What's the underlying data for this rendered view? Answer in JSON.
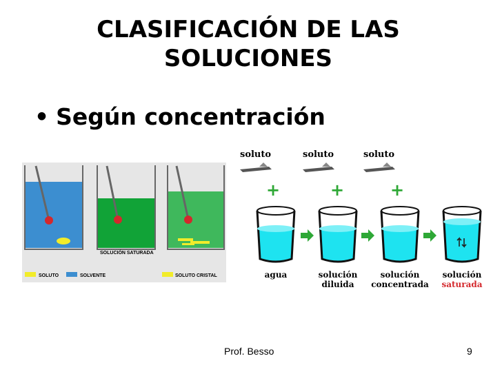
{
  "slide": {
    "title_line1": "CLASIFICACIÓN DE LAS",
    "title_line2": "SOLUCIONES",
    "bullet": "Según concentración"
  },
  "left_figure": {
    "caption_saturada": "SOLUCIÓN SATURADA",
    "legend": [
      "SOLUTO",
      "SOLVENTE",
      "SOLUTO CRISTAL"
    ]
  },
  "right_figure": {
    "soluto_label": "soluto",
    "plus": "+",
    "beakers": [
      {
        "line1": "agua",
        "line2": ""
      },
      {
        "line1": "solución",
        "line2": "diluida"
      },
      {
        "line1": "solución",
        "line2": "concentrada"
      },
      {
        "line1": "solución",
        "line2": "saturada"
      }
    ]
  },
  "colors": {
    "solvente_blue": "#3c8ed0",
    "saturada_green": "#11a337",
    "light_green": "#3fb85c",
    "cyan_water": "#1ee3f0",
    "saturada_red": "#d4282c",
    "plus_green": "#2ea836"
  },
  "footer": {
    "author": "Prof. Besso",
    "page": "9"
  }
}
